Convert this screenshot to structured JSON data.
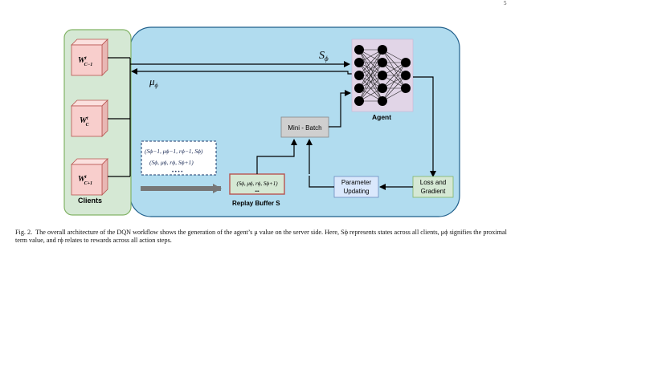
{
  "page_number": "5",
  "figure": {
    "clients": {
      "label": "Clients",
      "nodes": [
        {
          "main": "W",
          "sup": "t",
          "sub": "C−1"
        },
        {
          "main": "W",
          "sup": "t",
          "sub": "C"
        },
        {
          "main": "W",
          "sup": "t",
          "sub": "C+1"
        }
      ]
    },
    "state_symbol": {
      "main": "S",
      "sub": "ϕ"
    },
    "mu_symbol": {
      "main": "μ",
      "sub": "ϕ"
    },
    "agent_label": "Agent",
    "mini_batch_label": "Mini - Batch",
    "replay_buffer_label": "Replay Buffer S",
    "replay_buffer_tuple": "(Sϕ, μϕ, rϕ, Sϕ+1)",
    "replay_buffer_ellipsis": "•••",
    "memory_lines": [
      "(Sϕ−1, μϕ−1, rϕ−1, Sϕ)",
      "(Sϕ, μϕ, rϕ, Sϕ+1)"
    ],
    "memory_ellipsis": "• • • •",
    "parameter_updating_label": [
      "Parameter",
      "Updating"
    ],
    "loss_gradient_label": [
      "Loss and",
      "Gradient"
    ],
    "colors": {
      "clients_bg": "#d5e8d4",
      "clients_border": "#82b366",
      "server_bg": "#b1dcef",
      "client_box": "#f8cecc",
      "agent_bg": "#e1d5e7",
      "minibatch_bg": "#cfcfcf",
      "replay_bg": "#d5e8d4",
      "replay_border": "#b85450",
      "param_bg": "#dae8fc",
      "loss_bg": "#d5e8d4"
    }
  },
  "caption": {
    "label": "Fig. 2.",
    "text": "The overall architecture of the DQN workflow shows the generation of the agent’s μ value on the server side. Here, Sϕ represents states across all clients, μϕ signifies the proximal term value, and rϕ relates to rewards across all action steps."
  }
}
